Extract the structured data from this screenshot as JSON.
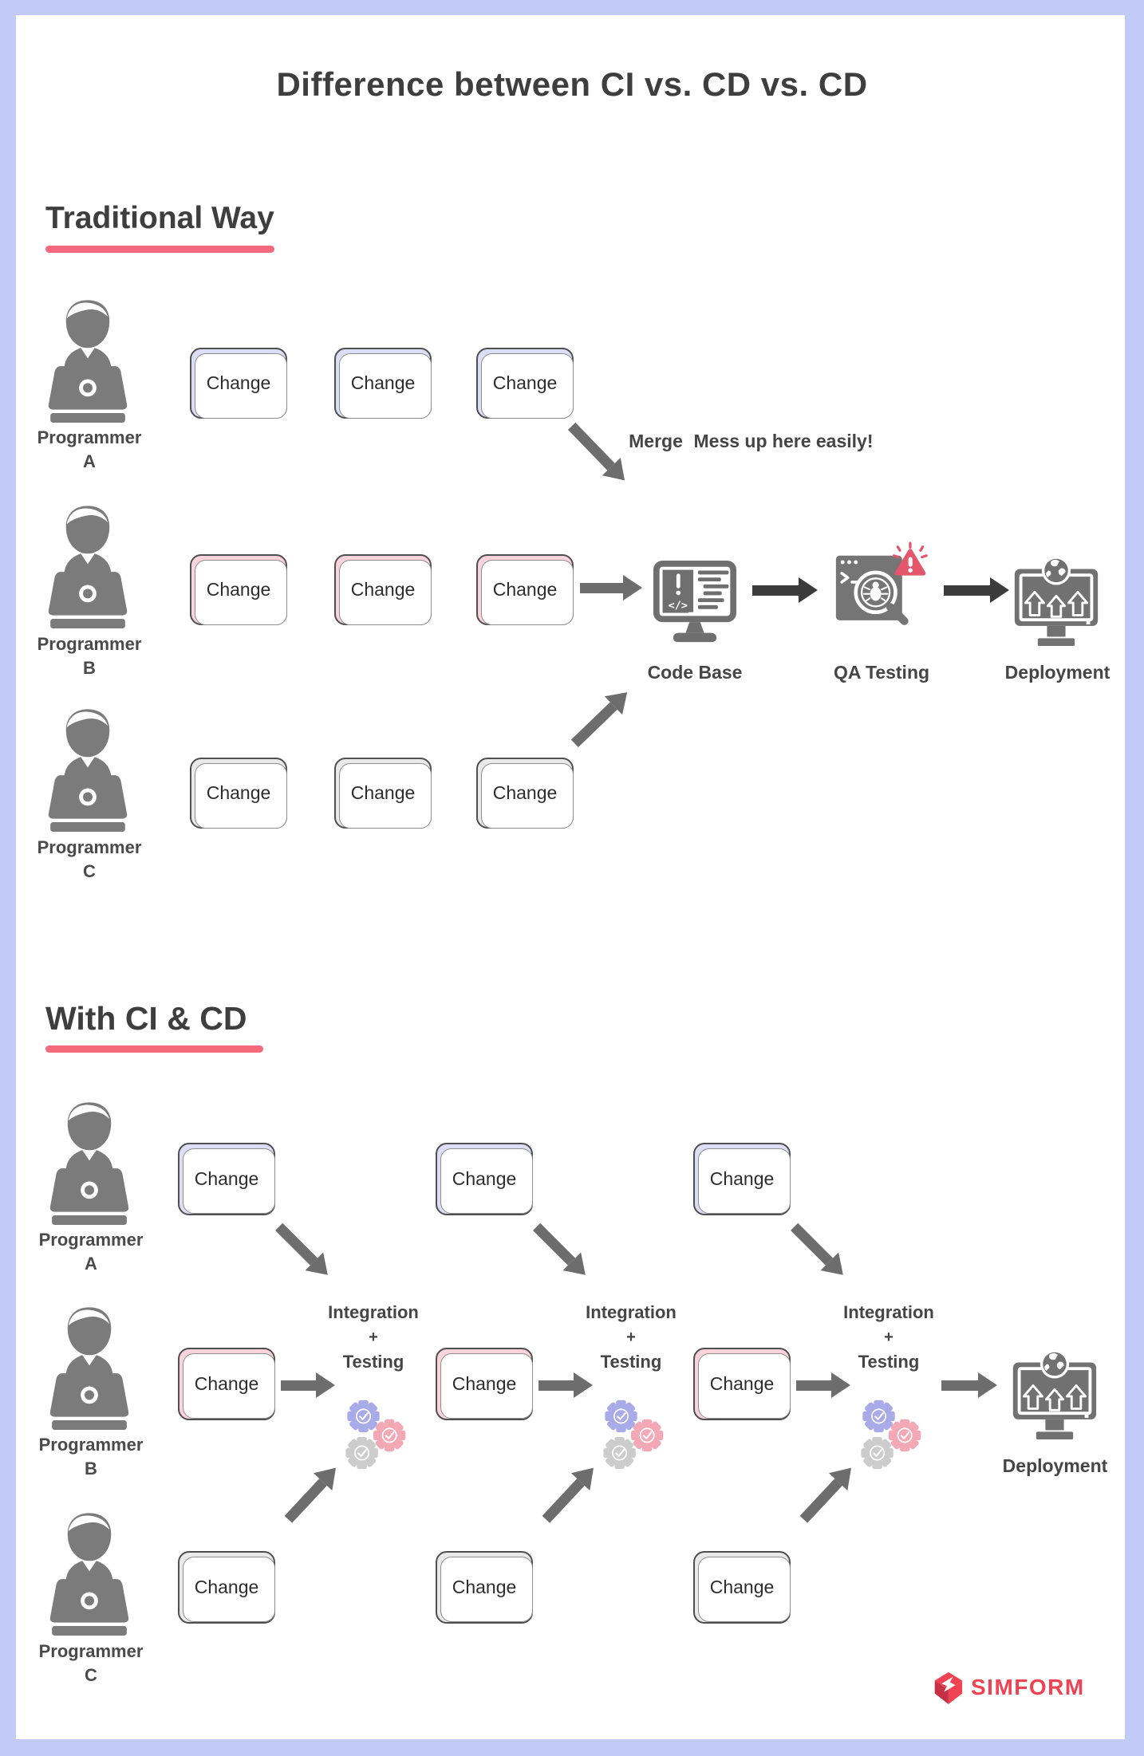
{
  "title": "Difference between CI vs. CD vs. CD",
  "change_label": "Change",
  "brand": "SIMFORM",
  "colors": {
    "background": "#c2cbf8",
    "card": "#ffffff",
    "accent_underline": "#f5697c",
    "box_purple": "#dcdef8",
    "box_pink": "#fad3dc",
    "box_gray": "#e9e9e9",
    "arrow_gray": "#6d6d6d",
    "arrow_dark": "#3b3b3b",
    "icon_gray": "#717171",
    "warning_red": "#e4566b",
    "gear_purple": "#a9abe8",
    "gear_pink": "#f3a8b5",
    "gear_gray": "#cccccc",
    "brand_red": "#ef4354",
    "text_dark": "#3e3e3e"
  },
  "traditional": {
    "heading": "Traditional Way",
    "programmers": [
      {
        "line1": "Programmer",
        "line2": "A"
      },
      {
        "line1": "Programmer",
        "line2": "B"
      },
      {
        "line1": "Programmer",
        "line2": "C"
      }
    ],
    "merge_label": "Merge",
    "warning_label": "Mess up here easily!",
    "code_base_label": "Code Base",
    "qa_testing_label": "QA Testing",
    "deployment_label": "Deployment"
  },
  "ci_cd": {
    "heading": "With CI & CD",
    "programmers": [
      {
        "line1": "Programmer",
        "line2": "A"
      },
      {
        "line1": "Programmer",
        "line2": "B"
      },
      {
        "line1": "Programmer",
        "line2": "C"
      }
    ],
    "integration": {
      "line1": "Integration",
      "line2": "+",
      "line3": "Testing"
    },
    "deployment_label": "Deployment"
  }
}
